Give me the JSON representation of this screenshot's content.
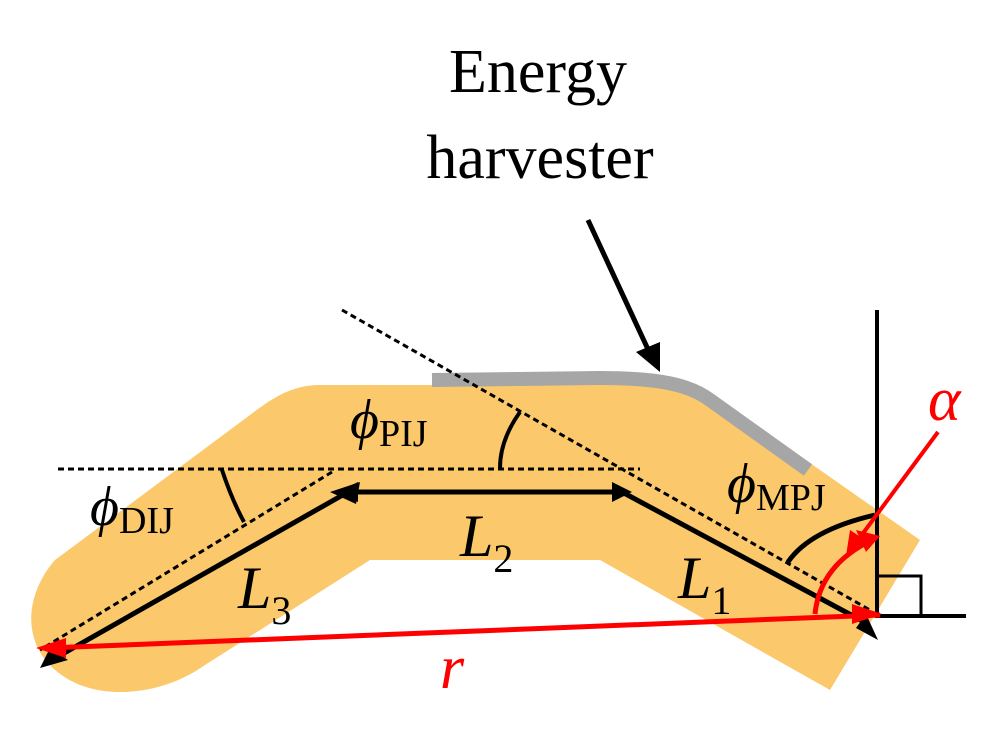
{
  "title": {
    "line1": "Energy",
    "line2": "harvester"
  },
  "labels": {
    "L1": "L",
    "L1_sub": "1",
    "L2": "L",
    "L2_sub": "2",
    "L3": "L",
    "L3_sub": "3",
    "r": "r",
    "alpha": "α",
    "phi": "ϕ",
    "phi_DIJ_sub": "DIJ",
    "phi_PIJ_sub": "PIJ",
    "phi_MPJ_sub": "MPJ"
  },
  "colors": {
    "finger_fill": "#fbc96b",
    "harvester": "#a6a6a6",
    "line": "#000000",
    "accent_red": "#ff0000",
    "background": "#ffffff"
  }
}
